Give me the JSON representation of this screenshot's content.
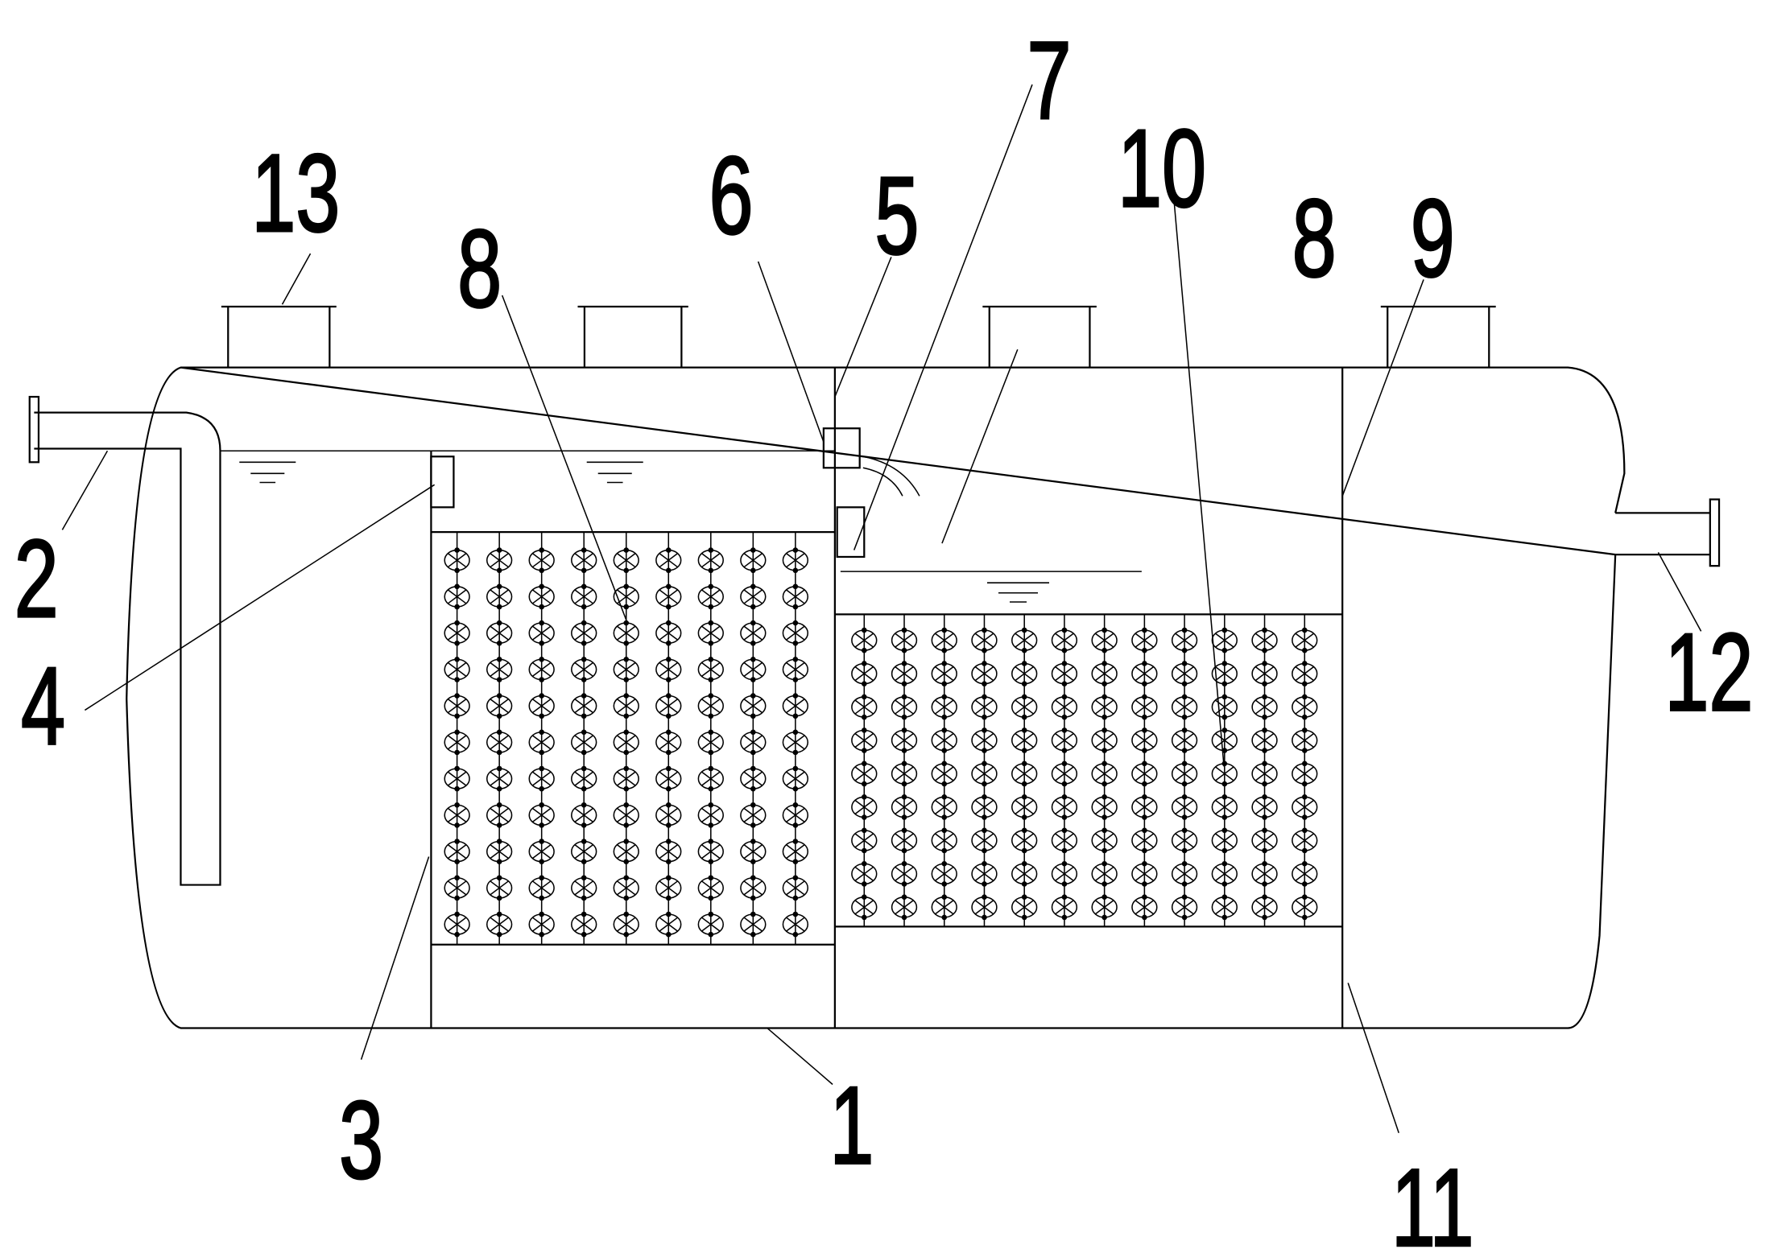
{
  "diagram": {
    "labels": {
      "l1": "1",
      "l2": "2",
      "l3": "3",
      "l4": "4",
      "l5": "5",
      "l6": "6",
      "l7": "7",
      "l8a": "8",
      "l8b": "8",
      "l9": "9",
      "l10": "10",
      "l11": "11",
      "l12": "12",
      "l13": "13"
    },
    "filler_left": {
      "cols": 9,
      "rows": 11
    },
    "filler_right": {
      "cols": 12,
      "rows": 9
    }
  }
}
